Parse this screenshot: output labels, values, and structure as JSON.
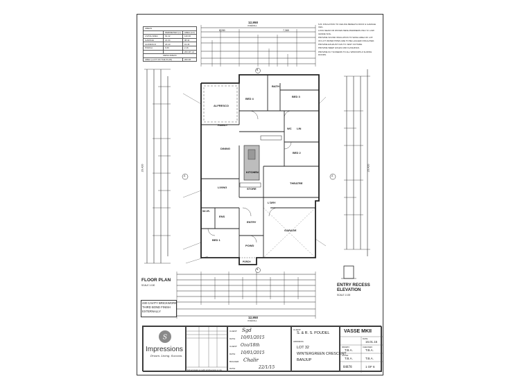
{
  "areas_table": {
    "heading": "AREAS",
    "columns": [
      "",
      "PERIMETER (m)",
      "AREA (m2)"
    ],
    "rows": [
      [
        "LIVING AREA",
        "62.42",
        "140.36"
      ],
      [
        "GARAGE",
        "21.34",
        "38.42"
      ],
      [
        "ALFRESCO",
        "18.40",
        "19.46"
      ],
      [
        "PORCH",
        "6.66",
        "2.16"
      ]
    ],
    "total_value": "200.38 m2",
    "mesh_heading": "MESH AREAS",
    "mesh_row": [
      "AREA (+LOT ON THE PLAN)",
      "200.38"
    ]
  },
  "notes": [
    "N.B. INSULATION TO CEILING BENEATH ROOF & GARAGE CEIL.",
    "LOCK-SEAM OR WOVEN MESH BARRIERS ONLY IF LOW GRADE SOIL.",
    "PROVIDE SOUND INSULATION TO WASH AREA OF LOT.",
    "ON LOT WATER PIPES ARE TO BE LAGGED/ INSULATED.",
    "PROVIDE EXHAUST FAN TO VENT OUTSIDE.",
    "PROVIDE WEEP HOLES AND FLASHINGS.",
    "PROVIDE FLY SCREENS TO ALL WINDOWS & SLIDING DOORS."
  ],
  "dims": {
    "overall_width": "12,950",
    "overall_width_sub": "OVERALL",
    "left_dim": "6,280",
    "right_dim": "7,365",
    "overall_depth": "20,420",
    "overall_depth_right": "20,420",
    "bottom_width": "12,950",
    "bottom_width_sub": "OVERALL"
  },
  "rooms": {
    "master": "BED 1",
    "ensuite": "ENS",
    "wir": "W.I.R.",
    "bed2": "BED 2",
    "bed3": "BED 3",
    "bed4": "BED 4",
    "alfresco": "ALFRESCO",
    "dining": "DINING",
    "kitchen": "KITCHEN",
    "family": "FAMILY",
    "theatre": "THEATRE",
    "living": "LIVING",
    "entry": "ENTRY",
    "powder": "POWD",
    "garage": "GARAGE",
    "laundry": "L'DRY",
    "bath": "BATH",
    "wc": "WC",
    "lin": "LIN",
    "store": "STORE",
    "porch": "PORCH"
  },
  "labels": {
    "floor_plan": "FLOOR PLAN",
    "floor_plan_scale": "SCALE 1:100",
    "brick_1": "230 CAVITY BRICKWORK",
    "brick_2": "THIRD BOND FINISH",
    "brick_3": "EXTERNALLY",
    "entry_recess_1": "ENTRY RECESS",
    "entry_recess_2": "ELEVATION",
    "entry_recess_scale": "SCALE 1:100",
    "grid_a": "A",
    "grid_b": "B"
  },
  "title_block": {
    "brand": "Impressions",
    "tagline": "Dream. Living. Success.",
    "client_label": "CLIENT:",
    "client": "S. & R. S. POUDEL",
    "address_label": "ADDRESS:",
    "address_1": "LOT 32",
    "address_2": "WINTERGREEN CRESCENT",
    "address_3": "BANJUP",
    "plan_name": "VASSE MKII",
    "date_label": "DATE:",
    "date": "16.01.15",
    "drawn_label": "DRAWN:",
    "drawn": "T.B.A.",
    "checked_label": "CHECKED:",
    "checked": "T.B.A.",
    "scale_label": "SCALE:",
    "scale": "T.B.A.",
    "job": "84878",
    "sheet": "1 OF 6",
    "sig_client": "Sgd",
    "sig_client_date": "10/01/2015",
    "sig_2": "Ozo/18th",
    "sig_2_date": "10/01/2015",
    "sig_builder": "Chalir",
    "sig_3_date": "22/1/15",
    "sig_label_1": "CLIENT:",
    "sig_label_2": "CLIENT:",
    "sig_label_3": "DATE:",
    "sig_label_4": "BUILDER:",
    "sig_label_5": "DATE:",
    "copyright": "Full permission to modify all dimensions on site."
  }
}
